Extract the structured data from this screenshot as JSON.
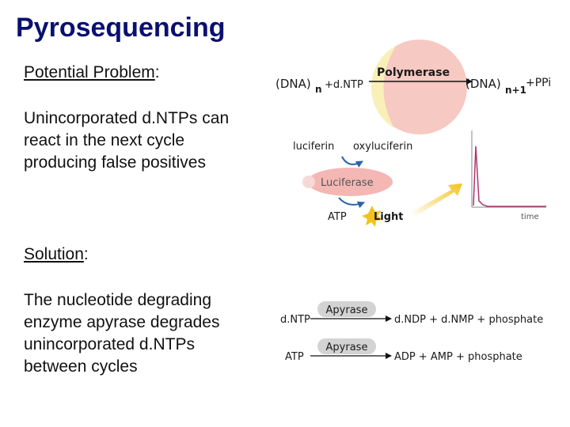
{
  "title": "Pyrosequencing",
  "problem": {
    "heading": "Potential Problem",
    "lines": [
      "Unincorporated d.NTPs can",
      "react in the next cycle",
      "producing false positives"
    ]
  },
  "solution": {
    "heading": "Solution",
    "lines": [
      "The nucleotide degrading",
      "enzyme apyrase degrades",
      "unincorporated d.NTPs",
      "between cycles"
    ]
  },
  "reaction1": {
    "dna_left": "(DNA)",
    "sub_n": "n",
    "plus_dntp": "+d.NTP",
    "enzyme": "Polymerase",
    "dna_right": "(DNA)",
    "sub_n1": "n+1",
    "plus_ppi": "+PPi"
  },
  "reaction2": {
    "luciferin": "luciferin",
    "oxyluciferin": "oxyluciferin",
    "enzyme": "Luciferase",
    "atp": "ATP",
    "light": "Light",
    "time_label": "time"
  },
  "apyrase": [
    {
      "substrate": "d.NTP",
      "enzyme": "Apyrase",
      "products": "d.NDP + d.NMP + phosphate"
    },
    {
      "substrate": "ATP",
      "enzyme": "Apyrase",
      "products": "ADP + AMP + phosphate"
    }
  ],
  "colors": {
    "title": "#0a1070",
    "polymerase_disc": "#f6c9c2",
    "polymerase_highlight": "#f9efb8",
    "luciferase": "#f4b7b4",
    "arrow_blue": "#2a62a8",
    "light_yellow": "#f4c21f",
    "peak": "#b0336e",
    "apyrase_pill": "#d3d3d3"
  }
}
